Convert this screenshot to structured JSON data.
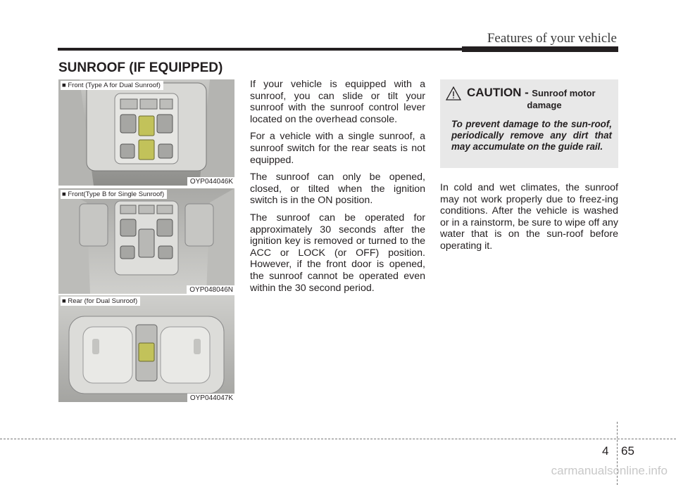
{
  "header": {
    "title": "Features of your vehicle"
  },
  "section_title": "SUNROOF (IF EQUIPPED)",
  "figures": [
    {
      "caption": "■ Front (Type A for Dual Sunroof)",
      "code": "OYP044046K"
    },
    {
      "caption": "■ Front(Type B for Single Sunroof)",
      "code": "OYP048046N"
    },
    {
      "caption": "■ Rear (for Dual Sunroof)",
      "code": "OYP044047K"
    }
  ],
  "body_paragraphs": [
    "If your vehicle is equipped with a sunroof, you can slide or tilt your sunroof with the sunroof control lever located on the overhead console.",
    "For a vehicle with a single sunroof, a sunroof switch for the rear seats is not equipped.",
    "The sunroof can only be opened, closed, or tilted when the ignition switch is in the ON position.",
    "The sunroof can be operated for approximately 30 seconds after the ignition key is removed or turned to the ACC or LOCK (or OFF) position. However, if the front door is opened, the sunroof cannot be operated even within the 30 second period."
  ],
  "caution": {
    "word": "CAUTION -",
    "subject_line1": "Sunroof motor",
    "subject_line2": "damage",
    "text": "To prevent damage to the sun-roof, periodically remove any dirt that may accumulate on the guide rail."
  },
  "right_paragraph": "In cold and wet climates, the sunroof may not work properly due to freez-ing conditions. After the vehicle is washed or in a rainstorm, be sure to wipe off any water that is on the sun-roof before operating it.",
  "footer": {
    "chapter": "4",
    "page": "65"
  },
  "watermark": "carmanualsonline.info",
  "colors": {
    "switch_highlight": "#c2c25a",
    "caution_bg": "#e8e8e8"
  }
}
